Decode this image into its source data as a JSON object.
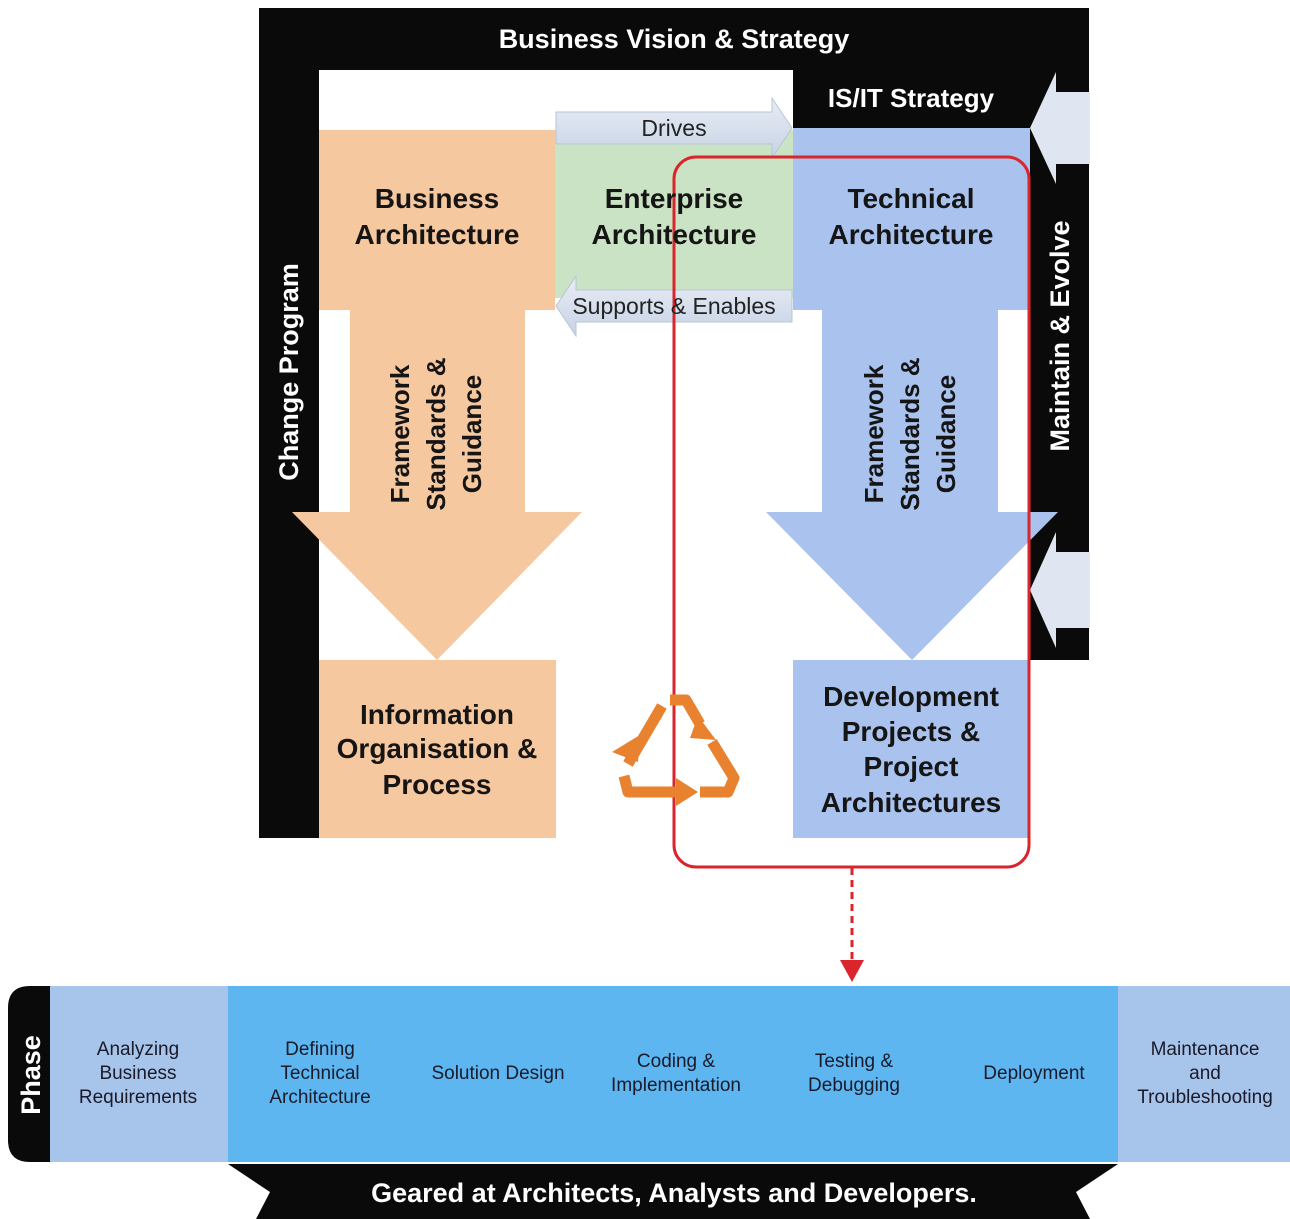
{
  "diagram": {
    "top_banner": "Business Vision & Strategy",
    "isit_strategy": "IS/IT Strategy",
    "change_program": "Change Program",
    "maintain_evolve": "Maintain & Evolve",
    "business_architecture": [
      "Business",
      "Architecture"
    ],
    "enterprise_architecture": [
      "Enterprise",
      "Architecture"
    ],
    "technical_architecture": [
      "Technical",
      "Architecture"
    ],
    "drives": "Drives",
    "supports_enables": "Supports & Enables",
    "framework_left": [
      "Framework",
      "Standards &",
      "Guidance"
    ],
    "framework_right": [
      "Framework",
      "Standards &",
      "Guidance"
    ],
    "information_org": [
      "Information",
      "Organisation &",
      "Process"
    ],
    "development_projects": [
      "Development",
      "Projects &",
      "Project",
      "Architectures"
    ]
  },
  "phase_bar": {
    "label": "Phase",
    "phases": [
      [
        "Analyzing",
        "Business",
        "Requirements"
      ],
      [
        "Defining",
        "Technical",
        "Architecture"
      ],
      [
        "Solution Design"
      ],
      [
        "Coding &",
        "Implementation"
      ],
      [
        "Testing &",
        "Debugging"
      ],
      [
        "Deployment"
      ],
      [
        "Maintenance",
        "and",
        "Troubleshooting"
      ]
    ],
    "footer": "Geared at Architects, Analysts and Developers."
  },
  "colors": {
    "black": "#0a0a0a",
    "orange": "#f6c8a0",
    "green": "#cbe3c5",
    "blue": "#a9c3ee",
    "phase_blue": "#5db6f0",
    "phase_light": "#a7c4ea",
    "highlight_red": "#d9252b",
    "recycle_orange": "#e8822f"
  }
}
